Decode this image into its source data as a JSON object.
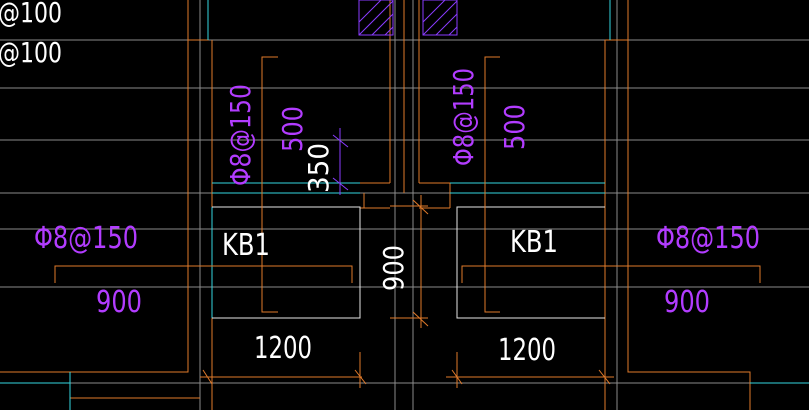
{
  "drawing": {
    "top_left_labels": [
      "@100",
      "@100"
    ],
    "panels": [
      {
        "name": "KB1",
        "rebar": "Φ8@150",
        "width": "1200",
        "length": "900"
      },
      {
        "name": "KB1",
        "rebar": "Φ8@150",
        "width": "1200",
        "length": "900"
      }
    ],
    "vertical_rebar_labels": [
      "Φ8@150",
      "Φ8@150"
    ],
    "vertical_dims": [
      "500",
      "500"
    ],
    "dim_350": "350",
    "dim_900_center": "900"
  },
  "colors": {
    "background": "#000000",
    "text": "#ffffff",
    "rebar_text": "#b23cff",
    "grid": "#8a8a8a",
    "orange": "#e07a2a",
    "cyan": "#33d6e0",
    "purple": "#8a3cff"
  }
}
